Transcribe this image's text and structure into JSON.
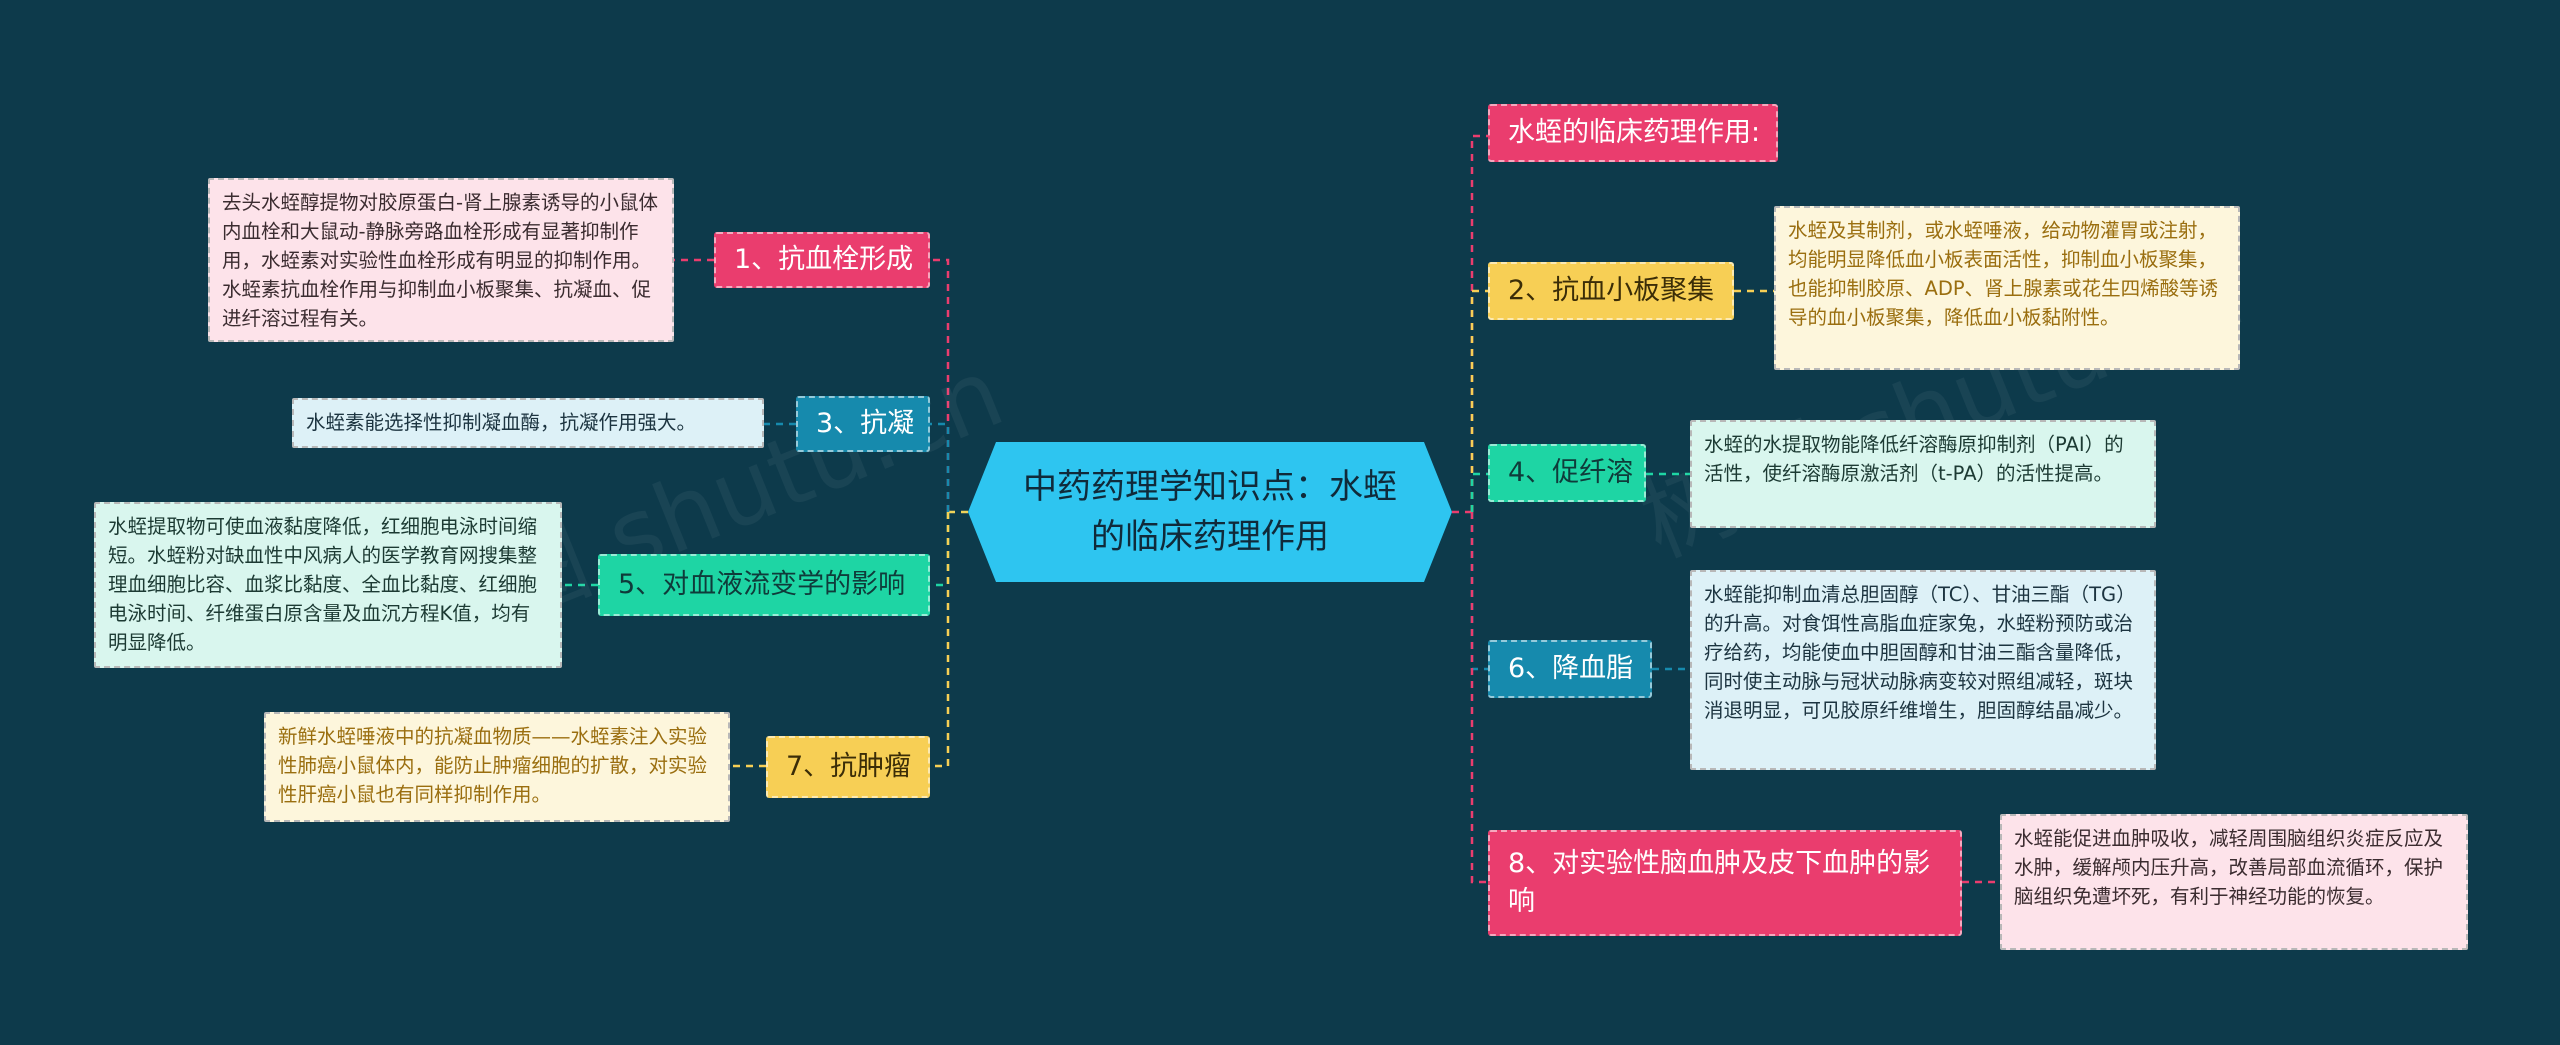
{
  "center": {
    "title": "中药药理学知识点：水蛭的临床药理作用"
  },
  "left": [
    {
      "label": "1、抗血栓形成",
      "text": "去头水蛭醇提物对胶原蛋白-肾上腺素诱导的小鼠体内血栓和大鼠动-静脉旁路血栓形成有显著抑制作用，水蛭素对实验性血栓形成有明显的抑制作用。水蛭素抗血栓作用与抑制血小板聚集、抗凝血、促进纤溶过程有关。"
    },
    {
      "label": "3、抗凝",
      "text": "水蛭素能选择性抑制凝血酶，抗凝作用强大。"
    },
    {
      "label": "5、对血液流变学的影响",
      "text": "水蛭提取物可使血液黏度降低，红细胞电泳时间缩短。水蛭粉对缺血性中风病人的医学教育网搜集整理血细胞比容、血浆比黏度、全血比黏度、红细胞电泳时间、纤维蛋白原含量及血沉方程K值，均有明显降低。"
    },
    {
      "label": "7、抗肿瘤",
      "text": "新鲜水蛭唾液中的抗凝血物质——水蛭素注入实验性肺癌小鼠体内，能防止肿瘤细胞的扩散，对实验性肝癌小鼠也有同样抑制作用。"
    }
  ],
  "right": [
    {
      "label": "水蛭的临床药理作用:"
    },
    {
      "label": "2、抗血小板聚集",
      "text": "水蛭及其制剂，或水蛭唾液，给动物灌胃或注射，均能明显降低血小板表面活性，抑制血小板聚集，也能抑制胶原、ADP、肾上腺素或花生四烯酸等诱导的血小板聚集，降低血小板黏附性。"
    },
    {
      "label": "4、促纤溶",
      "text": "水蛭的水提取物能降低纤溶酶原抑制剂（PAI）的活性，使纤溶酶原激活剂（t-PA）的活性提高。"
    },
    {
      "label": "6、降血脂",
      "text": "水蛭能抑制血清总胆固醇（TC）、甘油三酯（TG）的升高。对食饵性高脂血症家兔，水蛭粉预防或治疗给药，均能使血中胆固醇和甘油三酯含量降低，同时使主动脉与冠状动脉病变较对照组减轻，斑块消退明显，可见胶原纤维增生，胆固醇结晶减少。"
    },
    {
      "label": "8、对实验性脑血肿及皮下血肿的影响",
      "text": "水蛭能促进血肿吸收，减轻周围脑组织炎症反应及水肿，缓解颅内压升高，改善局部血流循环，保护脑组织免遭坏死，有利于神经功能的恢复。"
    }
  ],
  "colors": {
    "background": "#0d3a4b",
    "center": "#2ec5f0",
    "pink": "#ea3d6e",
    "teal": "#168aad",
    "green": "#1ed5a4",
    "gold": "#f7cf55"
  }
}
